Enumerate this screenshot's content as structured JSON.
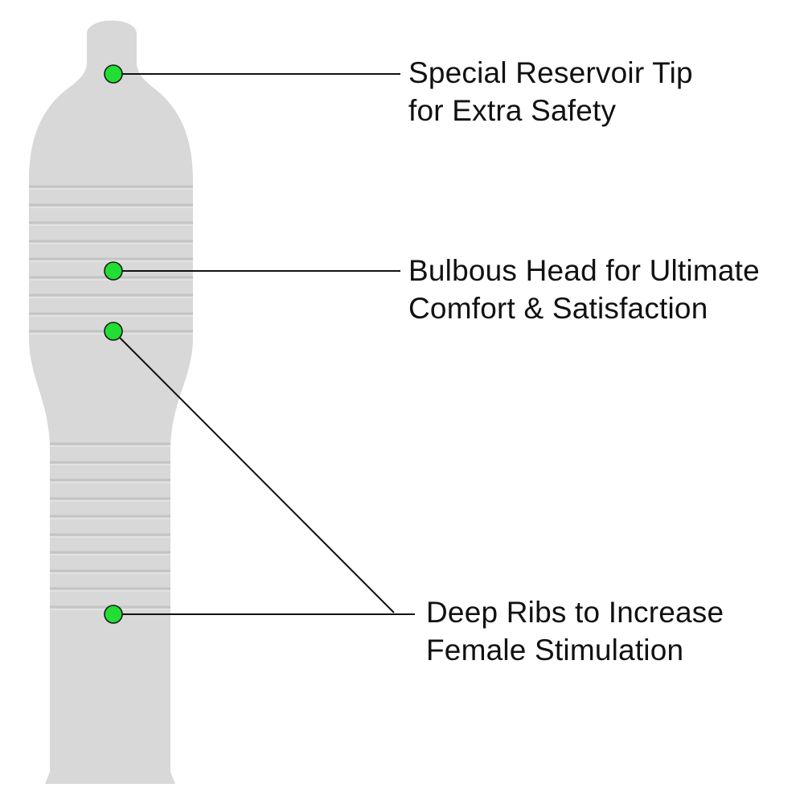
{
  "colors": {
    "body_fill": "#d8d8d8",
    "rib_line": "#c4c4c4",
    "rib_highlight": "#e6e6e6",
    "leader_line": "#111111",
    "marker_fill": "#22dd33",
    "marker_stroke": "#1a1a1a",
    "text": "#111111"
  },
  "callouts": [
    {
      "id": "reservoir-tip",
      "lines": [
        "Special Reservoir Tip",
        "for Extra Safety"
      ]
    },
    {
      "id": "bulbous-head",
      "lines": [
        "Bulbous Head for Ultimate",
        "Comfort & Satisfaction"
      ]
    },
    {
      "id": "deep-ribs",
      "lines": [
        "Deep Ribs to Increase",
        "Female Stimulation"
      ]
    }
  ],
  "markers": [
    {
      "callout": "reservoir-tip",
      "icon": "green-dot"
    },
    {
      "callout": "bulbous-head",
      "icon": "green-dot"
    },
    {
      "callout": "deep-ribs",
      "icon": "green-dot"
    },
    {
      "callout": "deep-ribs",
      "icon": "green-dot"
    }
  ]
}
